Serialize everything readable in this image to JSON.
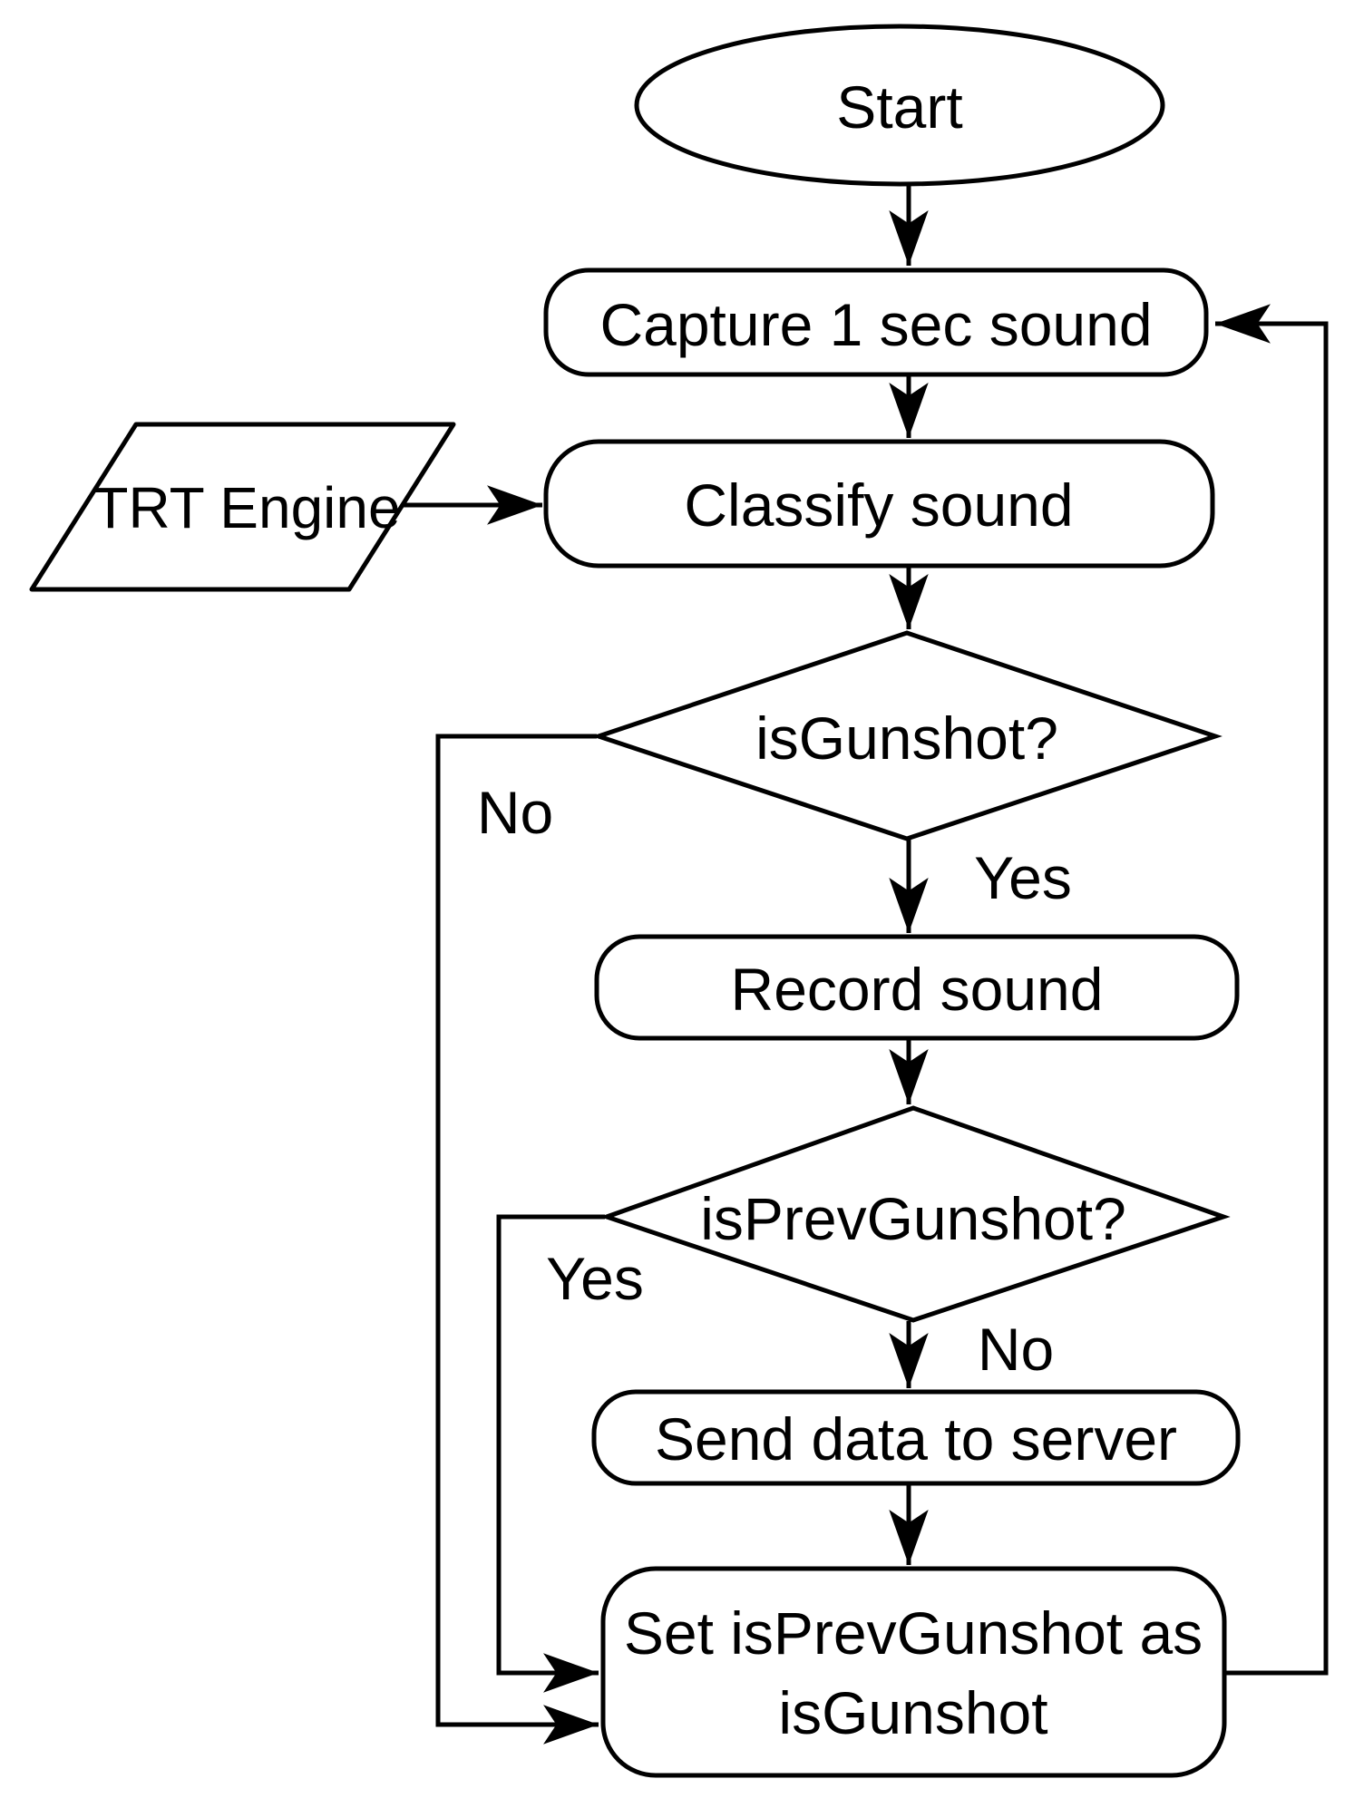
{
  "background": "#ffffff",
  "stroke_color": "#000000",
  "node_fill": "#ffffff",
  "nodes": {
    "start": {
      "label": "Start",
      "shape": "terminator-ellipse"
    },
    "capture": {
      "label": "Capture 1 sec sound",
      "shape": "rounded-process"
    },
    "trt": {
      "label": "TRT Engine",
      "shape": "parallelogram-io"
    },
    "classify": {
      "label": "Classify sound",
      "shape": "rounded-process"
    },
    "is_gunshot": {
      "label": "isGunshot?",
      "shape": "decision-diamond"
    },
    "record": {
      "label": "Record sound",
      "shape": "rounded-process"
    },
    "is_prev_gunshot": {
      "label": "isPrevGunshot?",
      "shape": "decision-diamond"
    },
    "send": {
      "label": "Send data to server",
      "shape": "rounded-process"
    },
    "set_prev": {
      "line1": "Set isPrevGunshot as",
      "line2": "isGunshot",
      "shape": "rounded-process"
    }
  },
  "edge_labels": {
    "is_gunshot_yes": "Yes",
    "is_gunshot_no": "No",
    "is_prev_gunshot_yes": "Yes",
    "is_prev_gunshot_no": "No"
  }
}
